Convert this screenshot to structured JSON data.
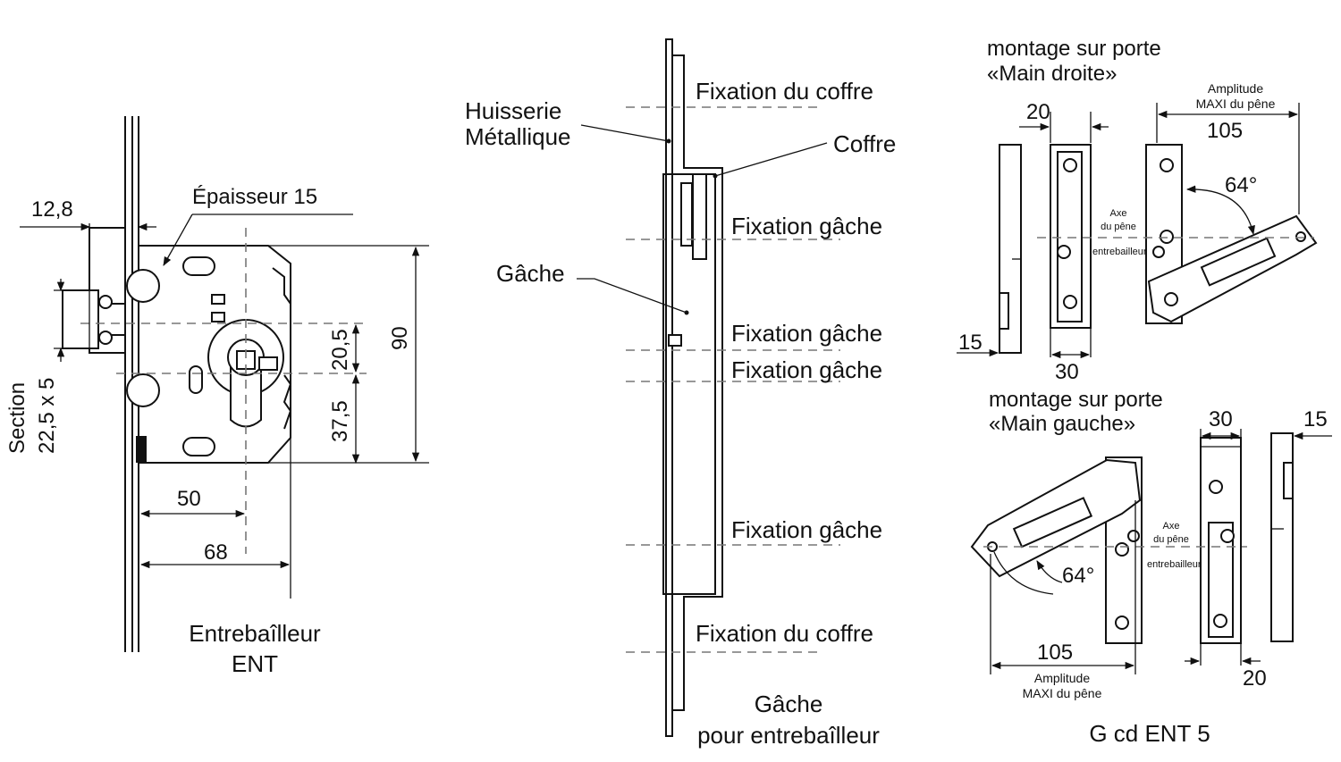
{
  "lock_view": {
    "dim_thickness": "12,8",
    "dim_epaisseur": "Épaisseur 15",
    "dim_section_line1": "Section",
    "dim_section_line2": "22,5 x 5",
    "dim_20_5": "20,5",
    "dim_37_5": "37,5",
    "dim_90": "90",
    "dim_50": "50",
    "dim_68": "68",
    "caption_line1": "Entrebaîlleur",
    "caption_line2": "ENT"
  },
  "strike_view": {
    "huisserie_line1": "Huisserie",
    "huisserie_line2": "Métallique",
    "coffre": "Coffre",
    "gache": "Gâche",
    "fixation_coffre_top": "Fixation du coffre",
    "fixation_gache_1": "Fixation gâche",
    "fixation_gache_2": "Fixation gâche",
    "fixation_gache_3": "Fixation gâche",
    "fixation_gache_4": "Fixation gâche",
    "fixation_coffre_bottom": "Fixation du coffre",
    "caption_line1": "Gâche",
    "caption_line2": "pour entrebaîlleur"
  },
  "right_hand": {
    "title_line1": "montage sur porte",
    "title_line2": "«Main droite»",
    "dim_20": "20",
    "amplitude_line1": "Amplitude",
    "amplitude_line2": "MAXI du pêne",
    "dim_105": "105",
    "angle": "64°",
    "axe_line1": "Axe",
    "axe_line2": "du pêne",
    "entrebailleur": "entrebailleur",
    "dim_15": "15",
    "dim_30": "30"
  },
  "left_hand": {
    "title_line1": "montage sur porte",
    "title_line2": "«Main gauche»",
    "dim_30": "30",
    "dim_15": "15",
    "axe_line1": "Axe",
    "axe_line2": "du pêne",
    "entrebailleur": "entrebailleur",
    "angle": "64°",
    "dim_105": "105",
    "amplitude_line1": "Amplitude",
    "amplitude_line2": "MAXI du pêne",
    "dim_20": "20"
  },
  "reference": "G cd ENT 5"
}
